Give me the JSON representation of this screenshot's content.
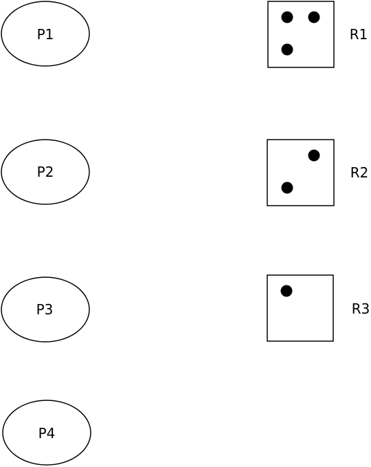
{
  "processes": [
    {
      "label": "P1"
    },
    {
      "label": "P2"
    },
    {
      "label": "P3"
    },
    {
      "label": "P4"
    }
  ],
  "resources": [
    {
      "label": "R1",
      "instances": 3
    },
    {
      "label": "R2",
      "instances": 2
    },
    {
      "label": "R3",
      "instances": 1
    }
  ],
  "colors": {
    "stroke": "#000000",
    "fill": "#ffffff",
    "dot": "#000000"
  }
}
